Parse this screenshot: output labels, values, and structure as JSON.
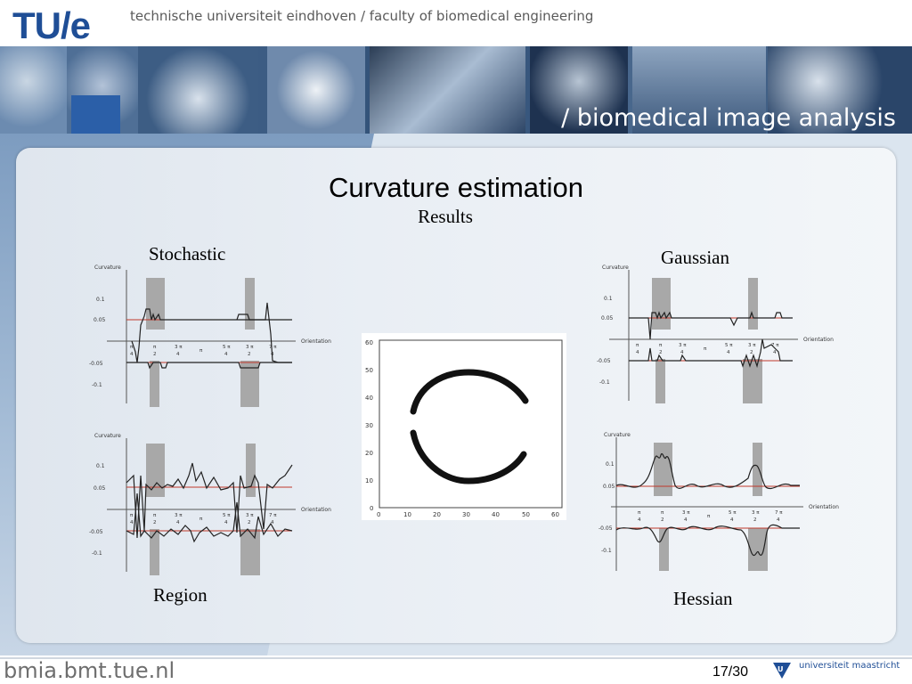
{
  "header": {
    "logo_text": "TU/e",
    "institution": "technische universiteit eindhoven / faculty of biomedical engineering",
    "banner_text": "/ biomedical image analysis"
  },
  "slide": {
    "title": "Curvature estimation",
    "subtitle": "Results"
  },
  "labels": {
    "stochastic": "Stochastic",
    "gaussian": "Gaussian",
    "region": "Region",
    "hessian": "Hessian"
  },
  "plot_common": {
    "y_axis_label": "Curvature",
    "x_axis_label": "Orientation",
    "y_ticks": [
      "0.1",
      "0.05",
      "-0.05",
      "-0.1"
    ],
    "x_ticks": [
      [
        "π",
        "4"
      ],
      [
        "π",
        "2"
      ],
      [
        "3 π",
        "4"
      ],
      [
        "π",
        ""
      ],
      [
        "5 π",
        "4"
      ],
      [
        "3 π",
        "2"
      ],
      [
        "7 π",
        "4"
      ]
    ]
  },
  "image_axes": {
    "x_ticks": [
      "0",
      "10",
      "20",
      "30",
      "40",
      "50",
      "60"
    ],
    "y_ticks": [
      "0",
      "10",
      "20",
      "30",
      "40",
      "50",
      "60"
    ]
  },
  "footer": {
    "url": "bmia.bmt.tue.nl",
    "page": "17/30",
    "partner": "universiteit maastricht"
  },
  "colors": {
    "brand_blue": "#1f4e96",
    "red_line": "#c0392b",
    "gray_band": "#a8a8a8"
  }
}
